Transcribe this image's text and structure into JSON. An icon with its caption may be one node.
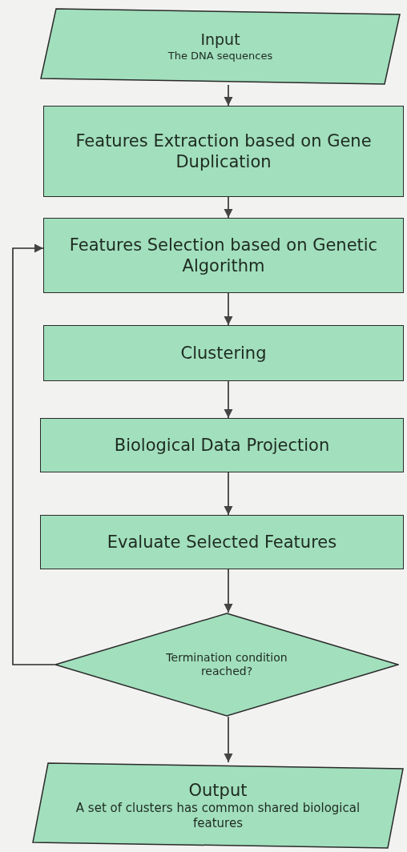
{
  "diagram": {
    "nodes": [
      {
        "text": [
          "Input",
          "The DNA sequences"
        ]
      },
      {
        "text": [
          "Features Extraction based on Gene Duplication"
        ]
      },
      {
        "text": [
          "Features Selection based on Genetic Algorithm"
        ]
      },
      {
        "text": [
          "Clustering"
        ]
      },
      {
        "text": [
          "Biological Data Projection"
        ]
      },
      {
        "text": [
          "Evaluate Selected Features"
        ]
      },
      {
        "text": [
          "Termination condition reached?"
        ]
      },
      {
        "text": [
          "Output",
          "A set of clusters has common shared biological features"
        ]
      }
    ],
    "edges": [
      {
        "from": 0,
        "to": 1,
        "arrow": "to"
      },
      {
        "from": 1,
        "to": 2,
        "arrow": "to"
      },
      {
        "from": 2,
        "to": 3,
        "arrow": "to"
      },
      {
        "from": 3,
        "to": 4,
        "arrow": "to"
      },
      {
        "from": 4,
        "to": 5,
        "arrow": "to"
      },
      {
        "from": 5,
        "to": 6,
        "arrow": "to"
      },
      {
        "from": 6,
        "to": 2,
        "arrow": "to"
      },
      {
        "from": 6,
        "to": 7,
        "arrow": "to"
      }
    ]
  }
}
